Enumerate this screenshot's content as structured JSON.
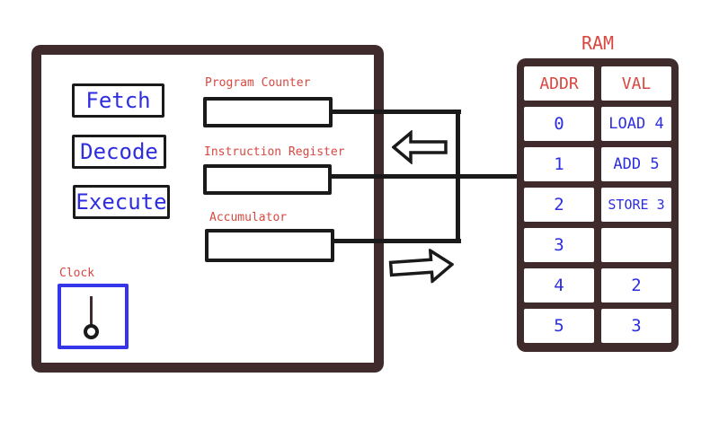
{
  "cpu": {
    "stage_buttons": [
      {
        "label": "Fetch"
      },
      {
        "label": "Decode"
      },
      {
        "label": "Execute"
      }
    ],
    "registers": [
      {
        "label": "Program Counter",
        "value": ""
      },
      {
        "label": "Instruction Register",
        "value": ""
      },
      {
        "label": "Accumulator",
        "value": ""
      }
    ],
    "clock_label": "Clock"
  },
  "ram": {
    "title": "RAM",
    "col_addr": "ADDR",
    "col_val": "VAL",
    "rows": [
      {
        "addr": "0",
        "val": "LOAD 4"
      },
      {
        "addr": "1",
        "val": "ADD 5"
      },
      {
        "addr": "2",
        "val": "STORE 3"
      },
      {
        "addr": "3",
        "val": ""
      },
      {
        "addr": "4",
        "val": "2"
      },
      {
        "addr": "5",
        "val": "3"
      }
    ]
  },
  "icons": {
    "arrow_left": "arrow-left-icon",
    "arrow_right": "arrow-right-icon",
    "clock_pendulum": "pendulum-icon"
  },
  "colors": {
    "outline_brown": "#3f2b2b",
    "label_red": "#d84840",
    "value_blue": "#2e2ee0",
    "clock_blue": "#3535ea",
    "line_black": "#1a1a1a"
  }
}
